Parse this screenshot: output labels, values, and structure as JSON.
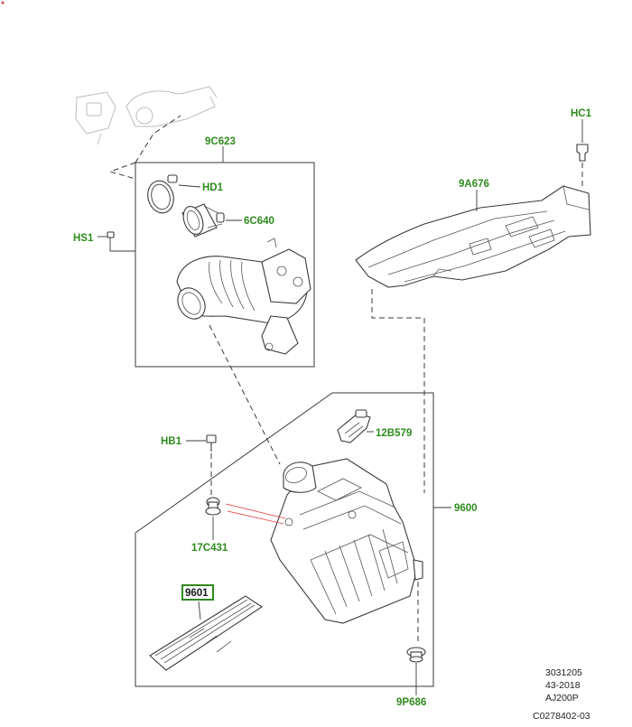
{
  "diagram": {
    "callouts": {
      "hc1": "HC1",
      "c9c623": "9C623",
      "hd1": "HD1",
      "c6c640": "6C640",
      "hs1": "HS1",
      "c9a676": "9A676",
      "c12b579": "12B579",
      "hb1": "HB1",
      "c9600": "9600",
      "c17c431": "17C431",
      "c9601": "9601",
      "c9p686": "9P686"
    },
    "highlight_color": "#2e8b1e",
    "highlight_box_color": "#2e8b1e",
    "reference": {
      "line1": "3031205",
      "line2": "43-2018",
      "line3": "AJ200P",
      "line4": "C0278402-03"
    }
  }
}
